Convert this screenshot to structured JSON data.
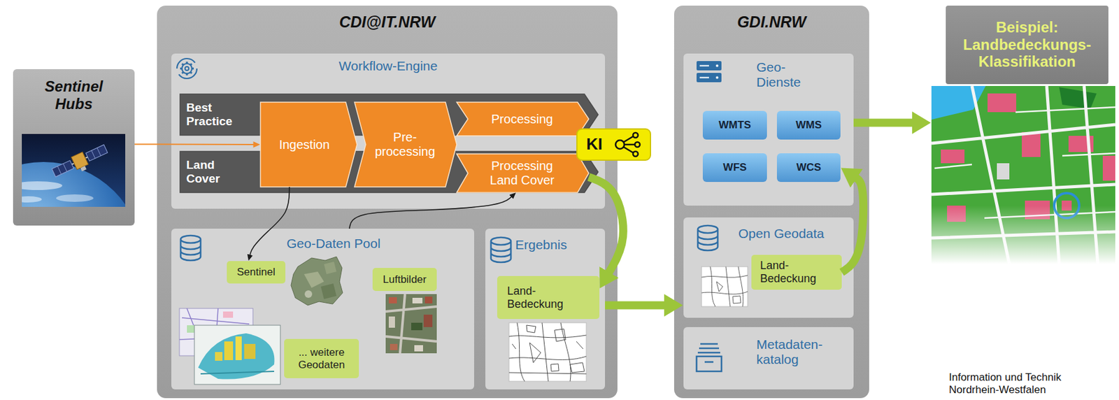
{
  "diagram": {
    "nodes": [
      {
        "text": [
          "Sentinel Hubs"
        ]
      },
      {
        "text": [
          "CDI@IT.NRW"
        ]
      },
      {
        "text": [
          "Workflow-Engine"
        ],
        "in": 1
      },
      {
        "text": [
          "Best Practice"
        ],
        "in": 2
      },
      {
        "text": [
          "Land Cover"
        ],
        "in": 2
      },
      {
        "text": [
          "Ingestion"
        ],
        "in": 2
      },
      {
        "text": [
          "Pre- processing"
        ],
        "in": 2
      },
      {
        "text": [
          "Processing"
        ],
        "in": 2
      },
      {
        "text": [
          "Processing Land Cover"
        ],
        "in": 2
      },
      {
        "text": [
          "KI"
        ],
        "in": 2
      },
      {
        "text": [
          "Geo-Daten Pool"
        ],
        "in": 1
      },
      {
        "text": [
          "Sentinel"
        ],
        "in": 10
      },
      {
        "text": [
          "Luftbilder"
        ],
        "in": 10
      },
      {
        "text": [
          "... weitere Geodaten"
        ],
        "in": 10
      },
      {
        "text": [
          "Ergebnis"
        ],
        "in": 1
      },
      {
        "text": [
          "Land- Bedeckung"
        ],
        "in": 14
      },
      {
        "text": [
          "GDI.NRW"
        ]
      },
      {
        "text": [
          "Geo- Dienste"
        ],
        "in": 16
      },
      {
        "text": [
          "WMTS"
        ],
        "in": 17
      },
      {
        "text": [
          "WMS"
        ],
        "in": 17
      },
      {
        "text": [
          "WFS"
        ],
        "in": 17
      },
      {
        "text": [
          "WCS"
        ],
        "in": 17
      },
      {
        "text": [
          "Open Geodata"
        ],
        "in": 16
      },
      {
        "text": [
          "Land- Bedeckung"
        ],
        "in": 22
      },
      {
        "text": [
          "Metadaten- katalog"
        ],
        "in": 16
      },
      {
        "text": [
          "Beispiel: Landbedeckungs- Klassifikation"
        ]
      }
    ],
    "edges": [
      {
        "from": 0,
        "to": 5,
        "arrow": "to"
      },
      {
        "from": 5,
        "to": 11,
        "arrow": "to"
      },
      {
        "from": 10,
        "to": 8,
        "arrow": "to"
      },
      {
        "from": 8,
        "to": 15,
        "arrow": "to"
      },
      {
        "from": 14,
        "to": 22,
        "arrow": "to"
      },
      {
        "from": 23,
        "to": 21,
        "arrow": "to"
      },
      {
        "from": 17,
        "to": 25,
        "arrow": "to"
      }
    ],
    "labels": [
      "Information und Technik Nordrhein-Westfalen"
    ]
  }
}
